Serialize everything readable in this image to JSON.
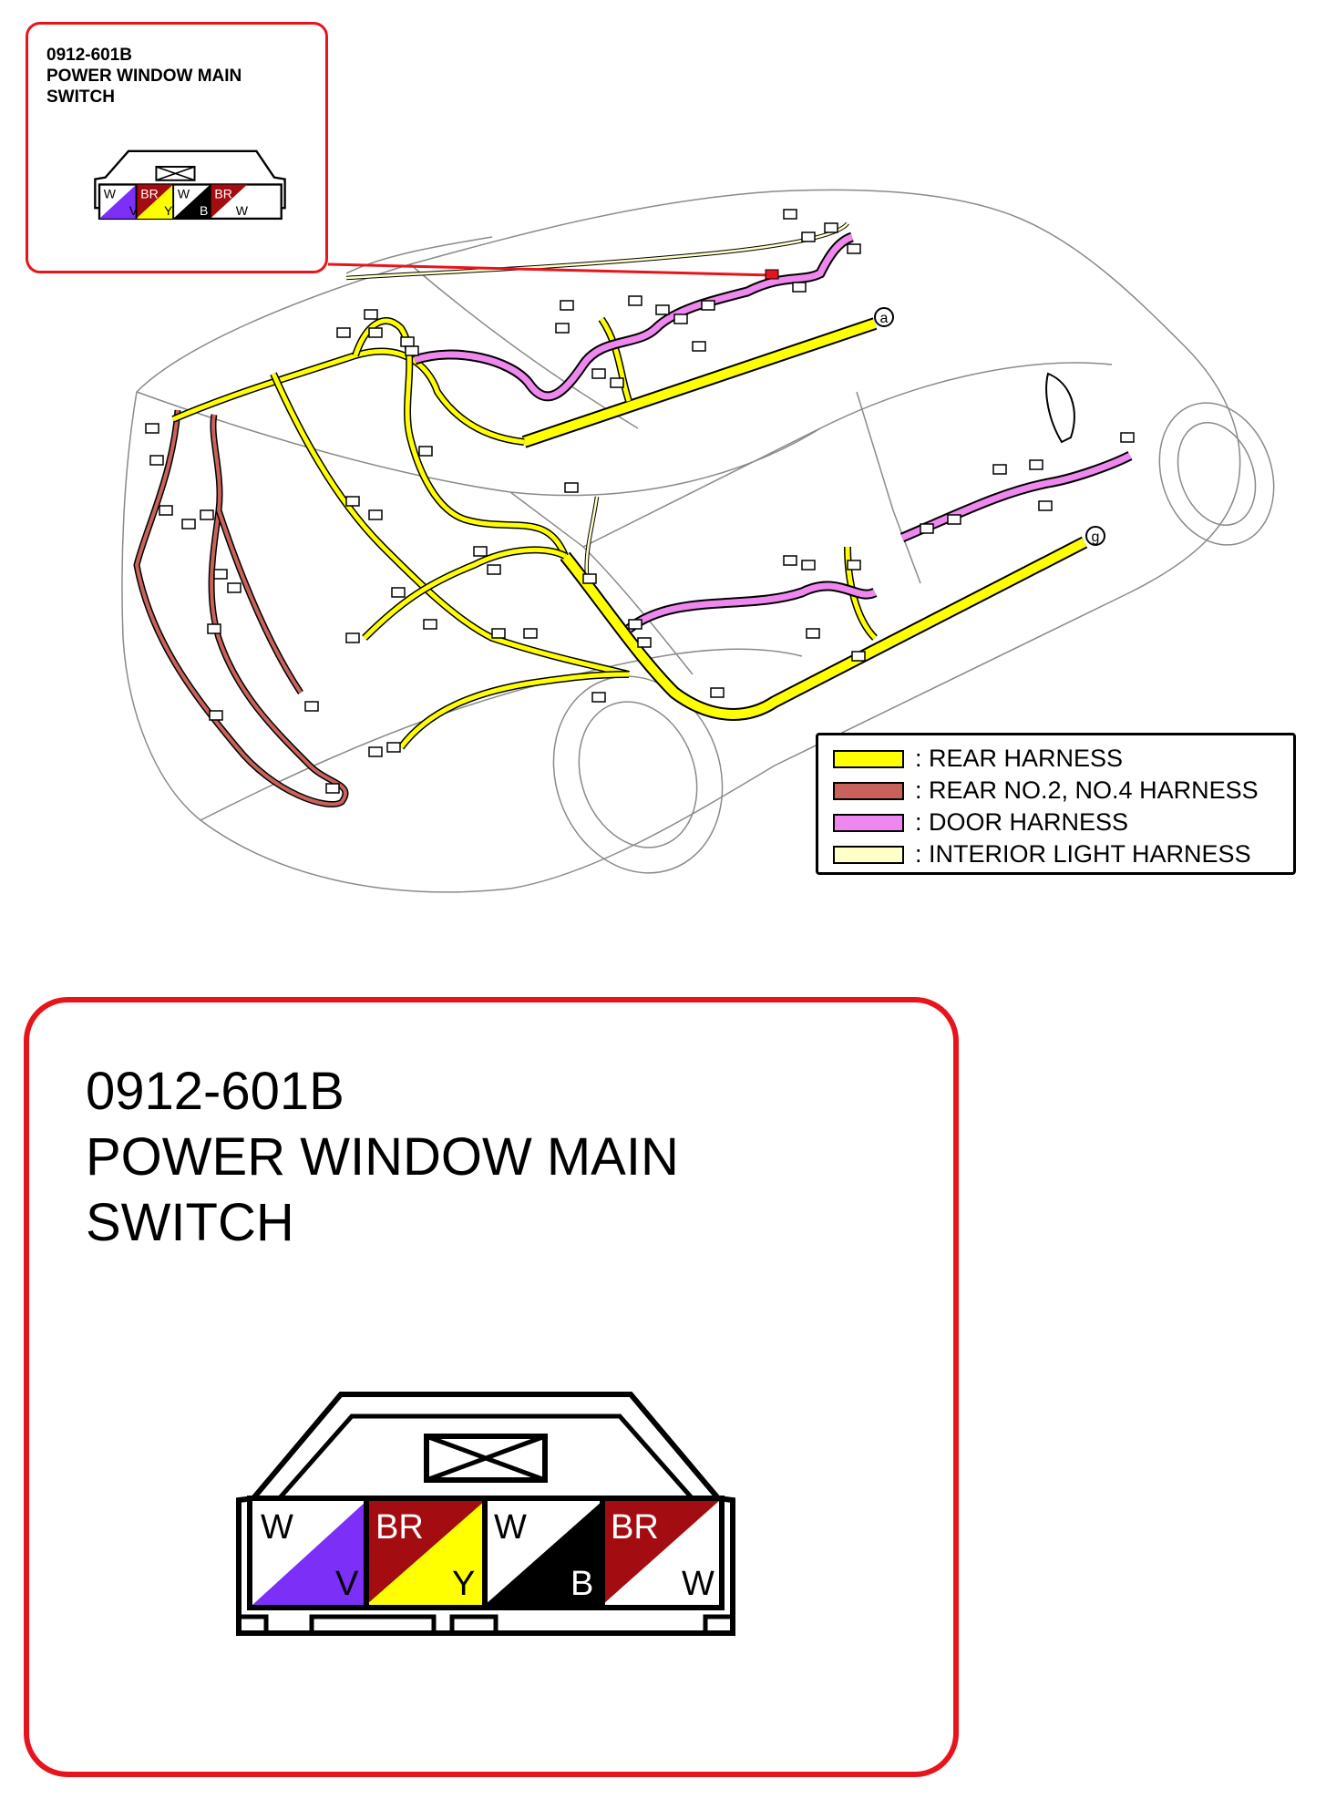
{
  "connector": {
    "code": "0912-601B",
    "name_line1": "POWER WINDOW MAIN",
    "name_line2": "SWITCH",
    "terminals": [
      {
        "top": "W",
        "bottom": "V",
        "top_color": "#ffffff",
        "bottom_color": "#7b2ff7"
      },
      {
        "top": "BR",
        "bottom": "Y",
        "top_color": "#a30d12",
        "bottom_color": "#ffff00"
      },
      {
        "top": "W",
        "bottom": "B",
        "top_color": "#ffffff",
        "bottom_color": "#000000"
      },
      {
        "top": "BR",
        "bottom": "W",
        "top_color": "#a30d12",
        "bottom_color": "#ffffff"
      }
    ]
  },
  "markers": {
    "a": "a",
    "g": "g"
  },
  "legend": [
    {
      "label": "REAR HARNESS",
      "color": "#ffff00"
    },
    {
      "label": "REAR NO.2, NO.4 HARNESS",
      "color": "#c8625a"
    },
    {
      "label": "DOOR HARNESS",
      "color": "#ee88ee"
    },
    {
      "label": "INTERIOR LIGHT HARNESS",
      "color": "#ffffc8"
    }
  ],
  "colors": {
    "callout": "#e8141c",
    "car_outline": "#8a8a8a"
  }
}
